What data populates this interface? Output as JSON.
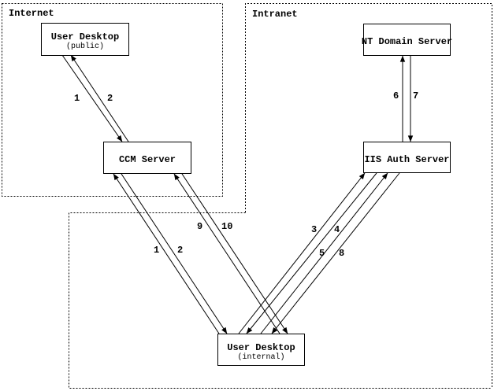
{
  "zones": {
    "internet": {
      "label": "Internet"
    },
    "intranet": {
      "label": "Intranet"
    }
  },
  "nodes": {
    "user_desktop_public": {
      "title": "User Desktop",
      "subtitle": "(public)"
    },
    "ccm_server": {
      "title": "CCM Server"
    },
    "nt_domain_server": {
      "title": "NT Domain Server"
    },
    "iis_auth_server": {
      "title": "IIS Auth Server"
    },
    "user_desktop_internal": {
      "title": "User Desktop",
      "subtitle": "(internal)"
    }
  },
  "edges": [
    {
      "label": "1",
      "from": "user_desktop_public",
      "to": "ccm_server"
    },
    {
      "label": "2",
      "from": "ccm_server",
      "to": "user_desktop_public"
    },
    {
      "label": "1",
      "from": "user_desktop_internal",
      "to": "ccm_server"
    },
    {
      "label": "2",
      "from": "ccm_server",
      "to": "user_desktop_internal"
    },
    {
      "label": "9",
      "from": "user_desktop_internal",
      "to": "ccm_server"
    },
    {
      "label": "10",
      "from": "ccm_server",
      "to": "user_desktop_internal"
    },
    {
      "label": "3",
      "from": "user_desktop_internal",
      "to": "iis_auth_server"
    },
    {
      "label": "4",
      "from": "iis_auth_server",
      "to": "user_desktop_internal"
    },
    {
      "label": "5",
      "from": "user_desktop_internal",
      "to": "iis_auth_server"
    },
    {
      "label": "8",
      "from": "iis_auth_server",
      "to": "user_desktop_internal"
    },
    {
      "label": "6",
      "from": "iis_auth_server",
      "to": "nt_domain_server"
    },
    {
      "label": "7",
      "from": "nt_domain_server",
      "to": "iis_auth_server"
    }
  ],
  "colors": {
    "line": "#000000",
    "background": "#ffffff"
  }
}
